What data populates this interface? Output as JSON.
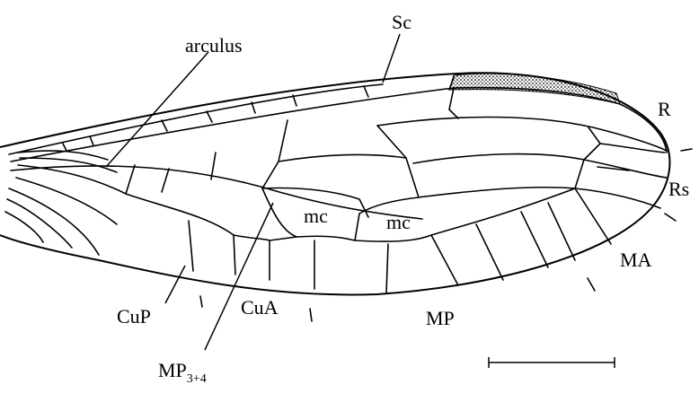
{
  "labels": {
    "sc": "Sc",
    "arculus": "arculus",
    "r": "R",
    "rs": "Rs",
    "ma": "MA",
    "mp": "MP",
    "mc1": "mc",
    "mc2": "mc",
    "cup": "CuP",
    "cua": "CuA",
    "mp34_base": "MP",
    "mp34_sub": "3+4"
  }
}
